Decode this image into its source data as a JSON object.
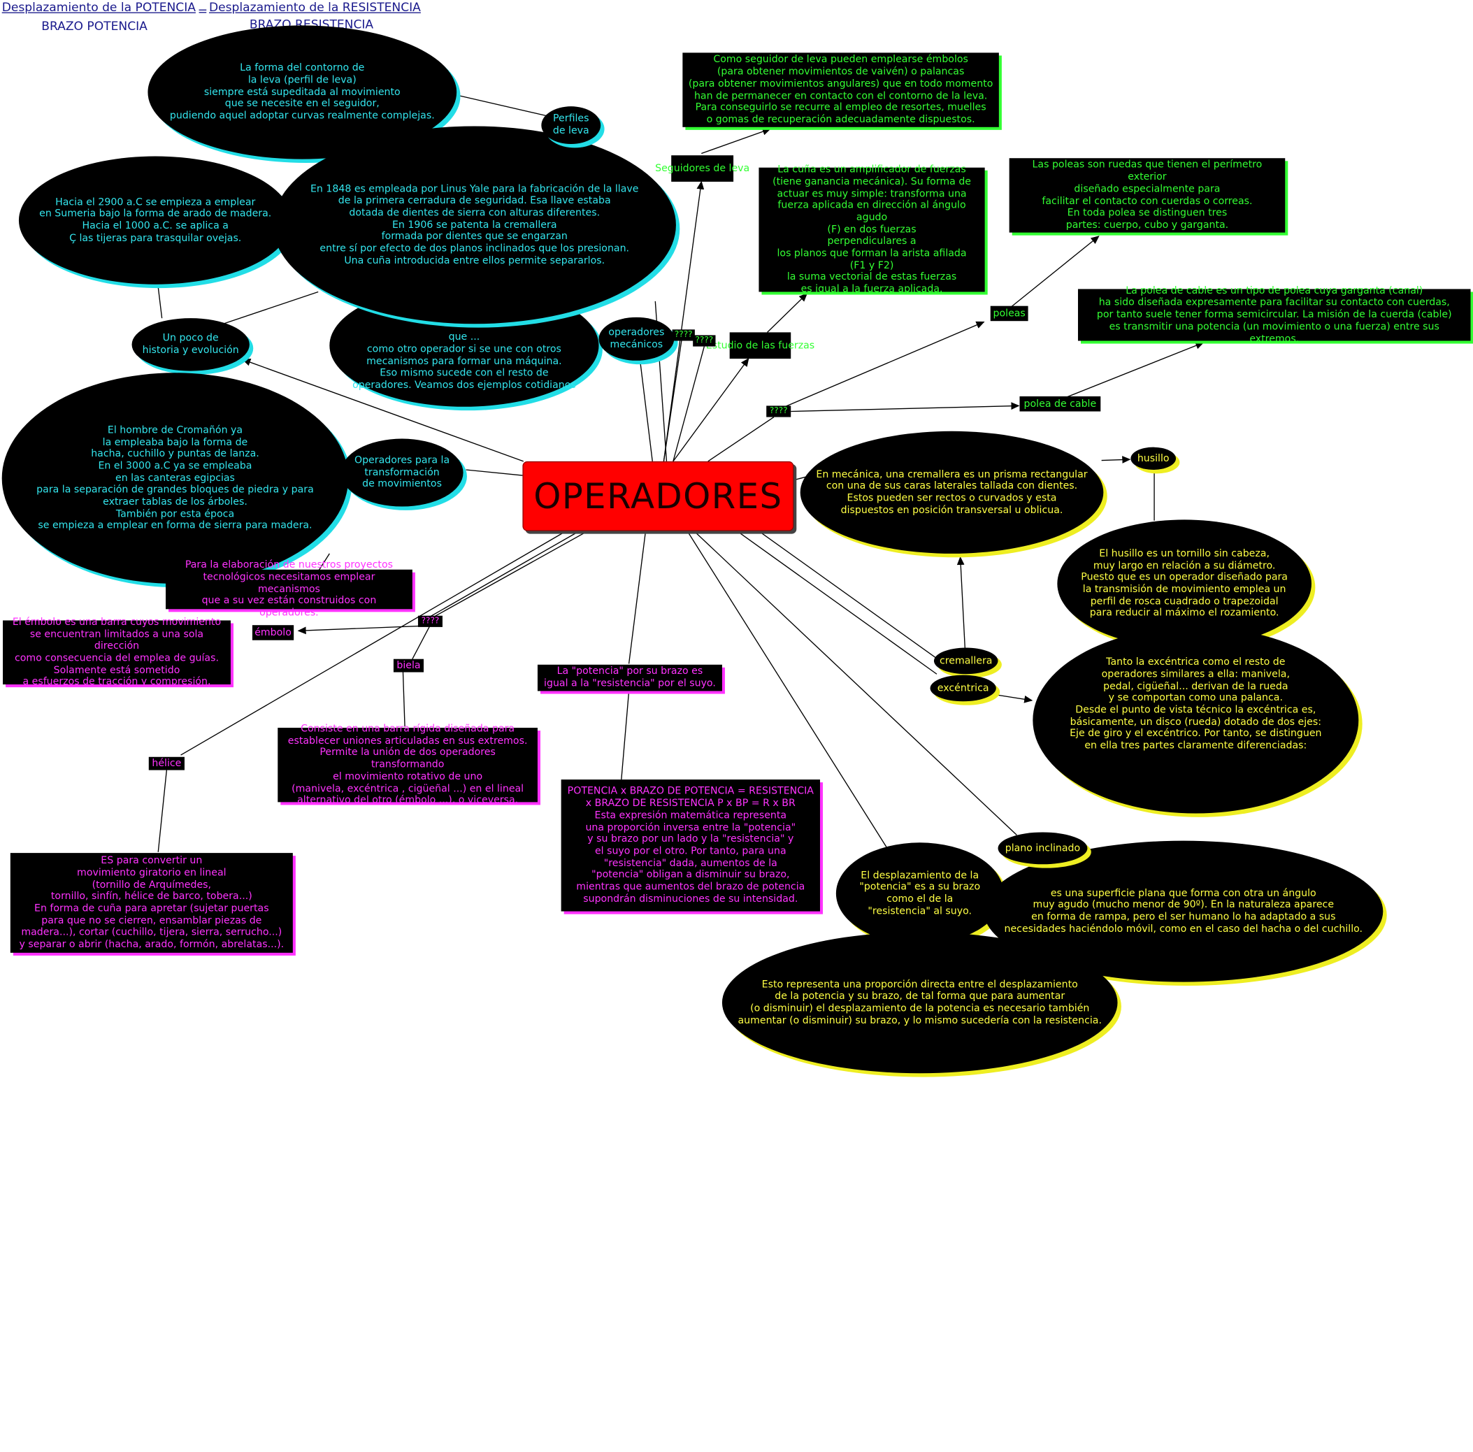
{
  "formula": {
    "numerator_left": "Desplazamiento de la POTENCIA",
    "equals": "=",
    "numerator_right": "Desplazamiento de la RESISTENCIA",
    "denominator_left": "BRAZO POTENCIA",
    "denominator_right": "BRAZO RESISTENCIA"
  },
  "center": {
    "label": "OPERADORES"
  },
  "colors": {
    "center": "#ff0000",
    "cyan": "#33e6ee",
    "green": "#33ff33",
    "yellow": "#ffff44",
    "magenta": "#ff33ff",
    "node_bg": "#000000"
  },
  "nodes": {
    "cams_text": "La forma del contorno de\nla leva (perfil de leva)\nsiempre está supeditada al movimiento\nque se necesite en el seguidor,\npudiendo aquel adoptar curvas realmente complejas.",
    "cam_profiles": "Perfiles\nde leva",
    "history_text": "Hacia el 2900 a.C se empieza a emplear\nen Sumeria bajo la forma de arado de madera.\nHacia el 1000 a.C. se aplica a\nÇ las tijeras para trasquilar ovejas.",
    "yale_text": "En 1848 es empleada por Linus Yale para la fabricación de la llave\nde la primera cerradura de seguridad. Esa llave estaba\ndotada de dientes de sierra con alturas diferentes.\nEn 1906 se patenta la cremallera\nformada por dientes que se engarzan\nentre sí por efecto de dos planos inclinados que los presionan.\nUna cuña introducida entre ellos permite separarlos.",
    "mechanism_text": "que ...\ncomo otro operador si se une con otros\nmecanismos para formar una máquina.\nEso mismo sucede con el resto de\noperadores. Veamos dos ejemplos cotidianos",
    "history_label": "Un poco de\nhistoria y evolución",
    "operators_label": "operadores\nmecánicos",
    "cromanon_text": "El hombre de Cromañón ya\nla empleaba bajo la forma de\nhacha, cuchillo y puntas de lanza.\nEn el 3000 a.C ya se empleaba\nen las canteras egipcias\npara la separación de grandes bloques de piedra y para\nextraer tablas de los árboles.\nTambién por esta época\nse empieza a emplear en forma de sierra para madera.",
    "transformation_label": "Operadores para la\ntransformación\nde movimientos",
    "follower_text": "Como seguidor de leva pueden emplearse émbolos\n(para obtener movimientos de vaivén) o palancas\n(para obtener movimientos angulares) que en todo momento\nhan de permanecer en contacto con el contorno de la leva.\nPara conseguirlo se recurre al empleo de resortes, muelles\no gomas de recuperación adecuadamente dispuestos.",
    "follower_label": "Seguidores\nde leva",
    "wedge_text": "La cuña es un amplificador de fuerzas\n(tiene ganancia mecánica). Su forma de\nactuar es muy simple: transforma una\nfuerza aplicada en dirección al ángulo agudo\n(F) en dos fuerzas\nperpendiculares a\nlos planos que forman la arista afilada\n(F1 y F2)\nla suma vectorial de estas fuerzas\nes igual a la fuerza aplicada.",
    "forces_label": "Estudio de\nlas fuerzas",
    "pulleys_text": "Las poleas son ruedas que tienen el perímetro exterior\ndiseñado especialmente para\nfacilitar el contacto con cuerdas o correas.\nEn toda polea se distinguen tres\npartes: cuerpo, cubo y garganta.",
    "pulleys_label": "poleas",
    "cable_pulley_text": "La polea de cable es un tipo de polea cuya garganta (canal)\nha sido diseñada expresamente para facilitar su contacto con cuerdas,\npor tanto suele tener forma semicircular. La misión de la cuerda (cable)\nes transmitir una potencia (un movimiento o una fuerza) entre sus extremos.",
    "cable_pulley_label": "polea de cable",
    "rack_text": "En mecánica, una cremallera es un prisma rectangular\ncon una de sus caras laterales tallada con dientes.\nEstos pueden ser rectos o curvados y esta\ndispuestos en posición transversal u oblicua.",
    "spindle_label": "husillo",
    "spindle_text": "El husillo es un tornillo sin cabeza,\nmuy largo en relación a su diámetro.\nPuesto que es un operador diseñado para\nla transmisión de movimiento emplea un\nperfil de rosca cuadrado o trapezoidal\npara reducir al máximo el rozamiento.",
    "rack_label": "cremallera",
    "eccentric_label": "excéntrica",
    "eccentric_text": "Tanto la excéntrica como el resto de\noperadores similares a ella: manivela,\npedal, cigüeñal... derivan de la rueda\ny se comportan como una palanca.\nDesde el punto de vista técnico la excéntrica es,\nbásicamente, un disco (rueda) dotado de dos ejes:\nEje de giro y el excéntrico. Por tanto, se distinguen\nen ella tres partes claramente diferenciadas:",
    "projects_text": "Para la elaboración de nuestros proyectos\ntecnológicos necesitamos emplear mecanismos\nque a su vez están construidos con operadores.",
    "piston_text": "El émbolo es una barra cuyos movimiento\nse encuentran limitados a una sola dirección\ncomo consecuencia del emplea de guías.\nSolamente está sometido\na esfuerzos de tracción y compresión.",
    "piston_label": "émbolo",
    "connecting_rod_label": "biela",
    "connecting_rod_text": "Consiste en una barra rígida diseñada para\nestablecer uniones articuladas en sus extremos.\nPermite la unión de dos operadores transformando\nel movimiento rotativo de uno\n(manivela, excéntrica , cigüeñal ...) en el lineal\nalternativo del otro (émbolo ...), o viceversa.",
    "propeller_label": "hélice",
    "propeller_text": "ES para convertir un\nmovimiento giratorio en lineal\n(tornillo de Arquímedes,\ntornillo, sinfín, hélice de barco, tobera...)\nEn forma de cuña para apretar (sujetar puertas\npara que no se cierren, ensamblar piezas de\nmadera...), cortar (cuchillo, tijera, sierra, serrucho...)\ny separar o abrir (hacha, arado, formón, abrelatas...).",
    "lever_label": "La \"potencia\" por su brazo es\nigual a la \"resistencia\" por el suyo.",
    "lever_formula_text": "POTENCIA x BRAZO DE POTENCIA = RESISTENCIA\nx BRAZO DE RESISTENCIA P x BP = R x BR\nEsta expresión matemática representa\nuna proporción inversa entre la \"potencia\"\ny su brazo por un lado y la \"resistencia\" y\nel suyo por el otro. Por tanto, para una\n\"resistencia\" dada, aumentos de la\n\"potencia\" obligan a disminuir su brazo,\nmientras que aumentos del brazo de potencia\nsupondrán disminuciones de su intensidad.",
    "displacement_text": "El desplazamiento de la\n\"potencia\" es a su brazo\ncomo el de la\n\"resistencia\" al suyo.",
    "inclined_plane_label": "plano inclinado",
    "inclined_plane_text": "es una superficie plana que forma con otra un ángulo\nmuy agudo (mucho menor de 90º). En la naturaleza aparece\nen forma de rampa, pero el ser humano lo ha adaptado a sus\nnecesidades haciéndolo móvil, como en el caso del hacha o del cuchillo.",
    "proportion_text": "Esto representa una proporción directa entre el desplazamiento\nde la potencia y su brazo, de tal forma que para aumentar\n(o disminuir) el desplazamiento de la potencia es necesario también\naumentar (o disminuir) su brazo, y lo mismo sucedería con la resistencia.",
    "q1": "????",
    "q2": "????",
    "q3": "????",
    "q4": "????"
  }
}
